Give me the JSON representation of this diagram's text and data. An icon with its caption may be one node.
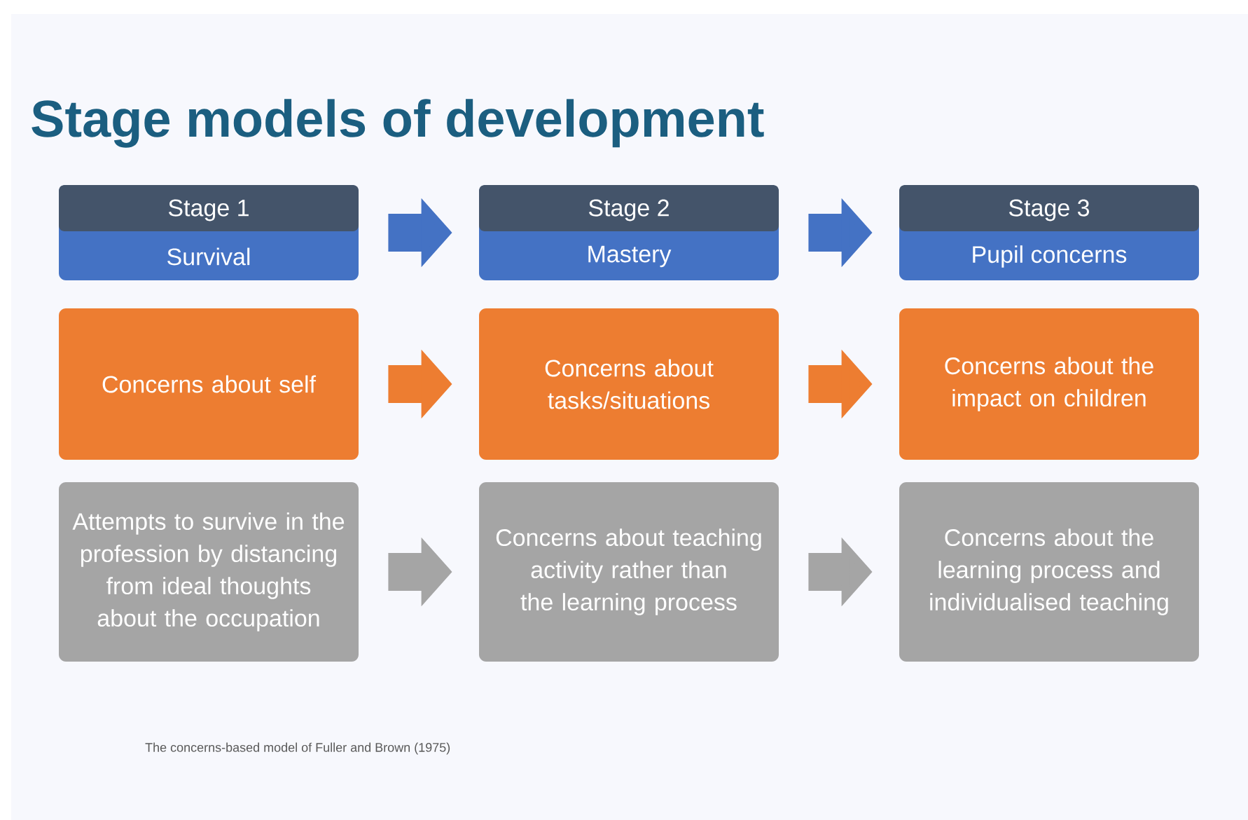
{
  "diagram": {
    "title": "Stage models of development",
    "caption": "The concerns-based model of Fuller and Brown (1975)",
    "nodes": [
      {
        "text": [
          "Stage 1",
          "Survival"
        ]
      },
      {
        "text": [
          "Stage 2",
          "Mastery"
        ]
      },
      {
        "text": [
          "Stage 3",
          "Pupil concerns"
        ]
      },
      {
        "text": [
          "Concerns about self"
        ]
      },
      {
        "text": [
          "Concerns about tasks/situations"
        ]
      },
      {
        "text": [
          "Concerns about the impact on children"
        ]
      },
      {
        "text": [
          "Attempts to survive in the profession by distancing from ideal thoughts about the occupation"
        ]
      },
      {
        "text": [
          "Concerns about teaching activity rather than the learning process"
        ]
      },
      {
        "text": [
          "Concerns about the learning process and individualised teaching"
        ]
      }
    ],
    "edges": [
      {
        "from": 0,
        "to": 1,
        "arrow": "to",
        "color": "#4472c4"
      },
      {
        "from": 1,
        "to": 2,
        "arrow": "to",
        "color": "#4472c4"
      },
      {
        "from": 3,
        "to": 4,
        "arrow": "to",
        "color": "#ed7d31"
      },
      {
        "from": 4,
        "to": 5,
        "arrow": "to",
        "color": "#ed7d31"
      },
      {
        "from": 6,
        "to": 7,
        "arrow": "to",
        "color": "#a5a5a5"
      },
      {
        "from": 7,
        "to": 8,
        "arrow": "to",
        "color": "#a5a5a5"
      }
    ]
  }
}
